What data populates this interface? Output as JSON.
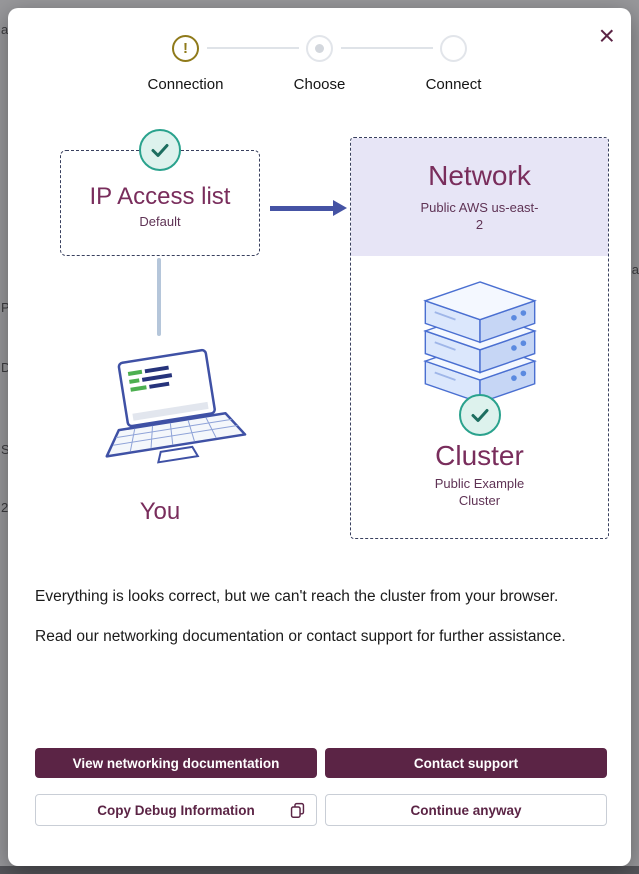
{
  "backdrop": {
    "left_fragments": [
      "a",
      "P",
      "D",
      "S",
      "2"
    ],
    "right_fragment": "a"
  },
  "modal": {
    "close": "×",
    "stepper": {
      "steps": [
        {
          "label": "Connection",
          "icon": "!"
        },
        {
          "label": "Choose"
        },
        {
          "label": "Connect"
        }
      ]
    },
    "diagram": {
      "ip_access_title": "IP Access list",
      "ip_access_subtitle": "Default",
      "network_title": "Network",
      "network_subtitle": "Public AWS us-east-2",
      "cluster_title": "Cluster",
      "cluster_subtitle": "Public Example Cluster",
      "you_label": "You"
    },
    "messages": {
      "line1": "Everything is looks correct, but we can't reach the cluster from your browser.",
      "line2": "Read our networking documentation or contact support for further assistance."
    },
    "buttons": {
      "view_docs": "View networking documentation",
      "contact_support": "Contact support",
      "copy_debug": "Copy Debug Information",
      "continue_anyway": "Continue anyway"
    },
    "colors": {
      "brand_maroon": "#5b2445",
      "heading_maroon": "#792d5c",
      "teal_ring": "#2aa28d",
      "teal_fill": "#ddf2ed",
      "warning_gold": "#8f7a1a",
      "arrow_indigo": "#4553a4",
      "lavender": "#e7e5f6"
    }
  }
}
